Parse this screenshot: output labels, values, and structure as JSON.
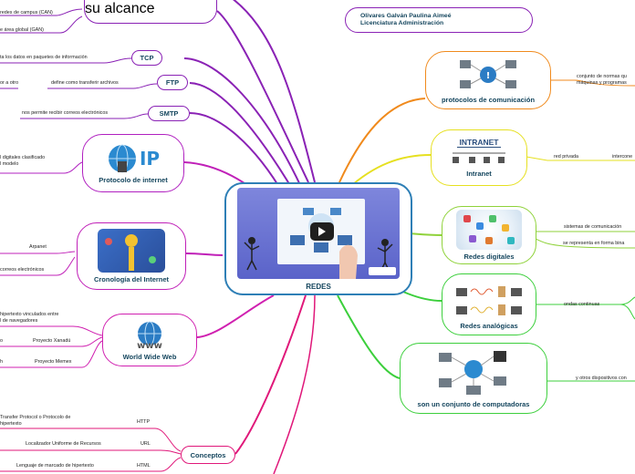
{
  "center": {
    "label": "REDES"
  },
  "author": {
    "name": "Olivares Galván Paulina Aimeé",
    "program": "Licenciatura Administración"
  },
  "left": {
    "tipos": {
      "title": "Tipos de redes por su alcance",
      "items": [
        "redes de campus (CAN)",
        "e área global (GAN)"
      ]
    },
    "tcp": {
      "title": "TCP",
      "detail": "ta los datos en paquetes de información"
    },
    "ftp": {
      "title": "FTP",
      "detail": "define como transferir archivos",
      "extra": "or a otro"
    },
    "smtp": {
      "title": "SMTP",
      "detail": "nos permite recibir correos electrónicos"
    },
    "ip": {
      "title": "Protocolo de internet",
      "detail": "l digitales clasificado\nl modelo"
    },
    "crono": {
      "title": "Cronología del Internet",
      "items": [
        "Arpanet",
        "correos electrónicos"
      ]
    },
    "www": {
      "title": "World Wide Web",
      "detail": "hipertexto vinculados entre\nl de navegadores",
      "items": [
        "Proyecto Xanadú",
        "Proyecto Memex"
      ],
      "frag1": "o",
      "frag2": "h"
    },
    "conceptos": {
      "title": "Conceptos",
      "items": [
        {
          "key": "HTTP",
          "desc": "Transfer Protocol o Protocolo de\nhipertexto"
        },
        {
          "key": "URL",
          "desc": "Localizador Uniforme de Recursos"
        },
        {
          "key": "HTML",
          "desc": "Lenguaje de marcado de hipertexto"
        }
      ]
    }
  },
  "right": {
    "protocolos": {
      "title": "protocolos de comunicación",
      "detail": "conjunto de normas qu\nmáquinas y programas"
    },
    "intranet": {
      "title": "Intranet",
      "banner": "INTRANET",
      "detail": "red privada",
      "extra": "intercone"
    },
    "digitales": {
      "title": "Redes digitales",
      "items": [
        "sistemas de comunicación",
        "se representa en forma bina"
      ]
    },
    "analogicas": {
      "title": "Redes analógicas",
      "detail": "ondas continuas"
    },
    "computadoras": {
      "title": "son un conjunto de computadoras",
      "detail": "y otros dispositivos con"
    }
  },
  "colors": {
    "center": "#2e7fb6",
    "purple": "#8a22b5",
    "magenta": "#d020b0",
    "pink": "#e0187a",
    "orange": "#f08a1c",
    "yellow": "#e6e020",
    "lime": "#8fd23a",
    "green": "#3ccf3c"
  }
}
